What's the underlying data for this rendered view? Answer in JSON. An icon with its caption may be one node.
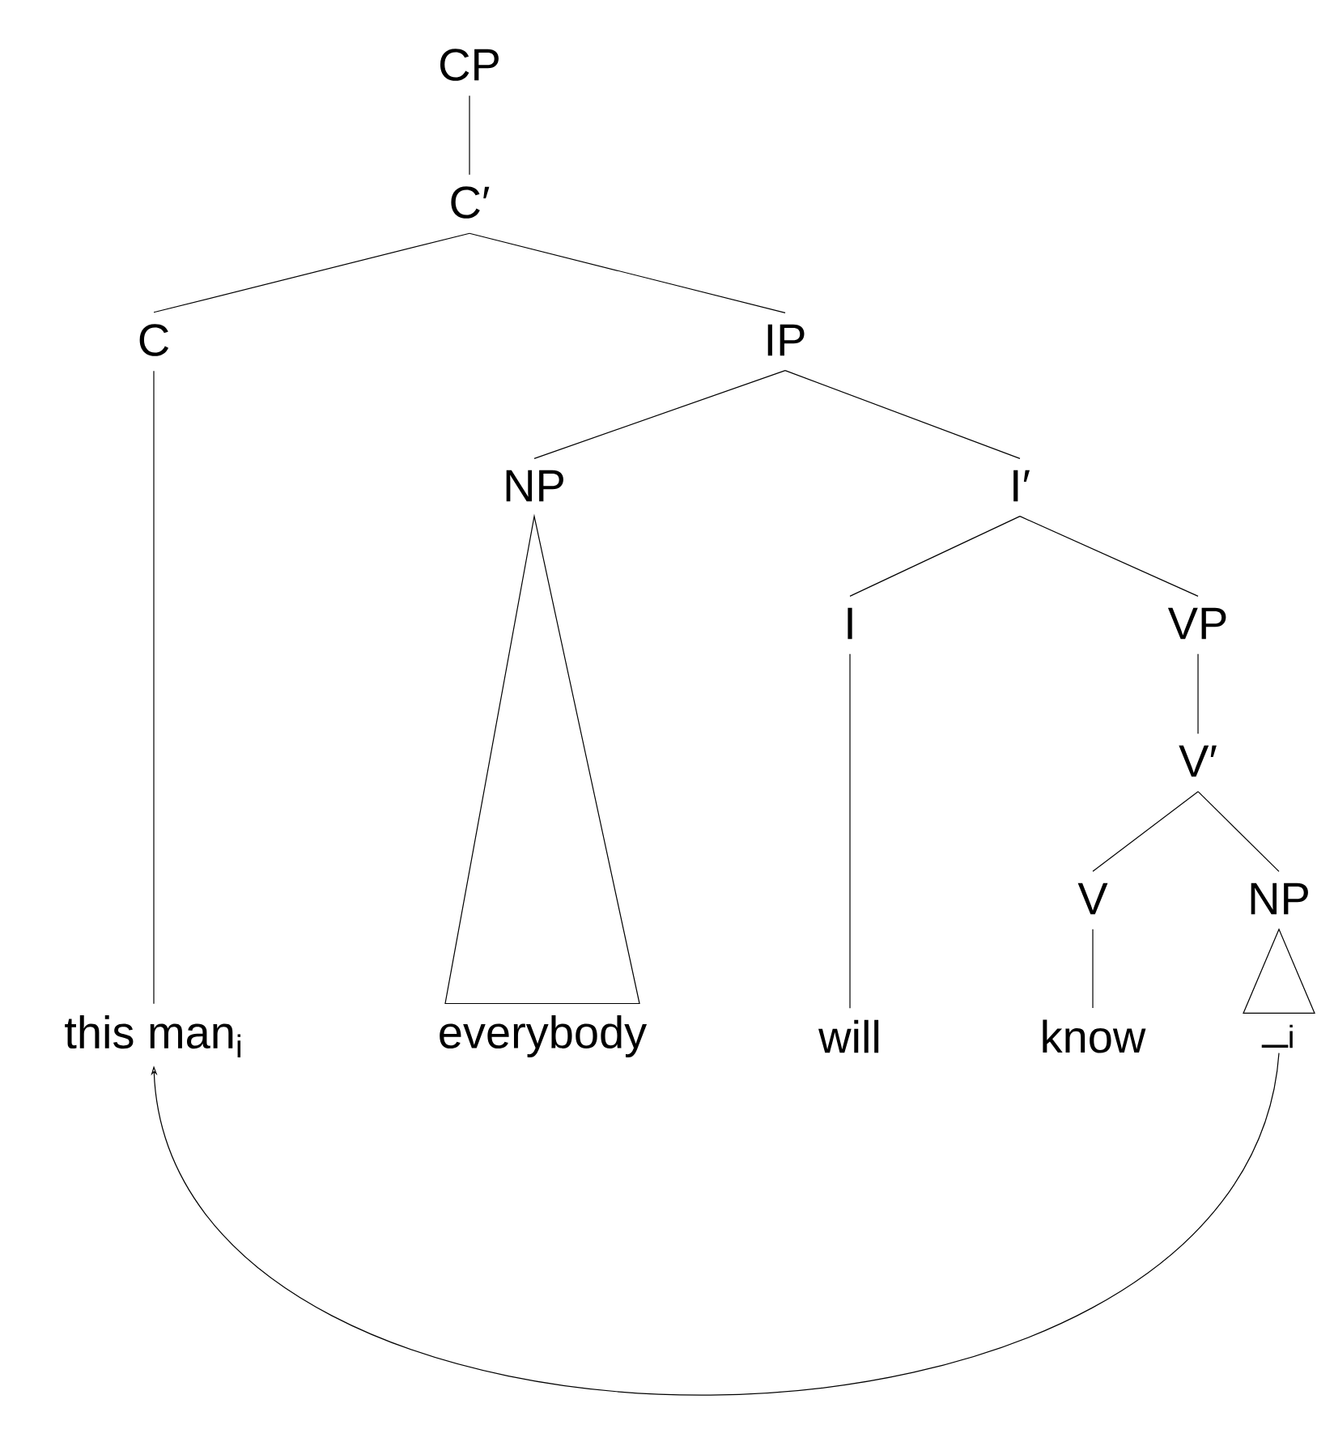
{
  "diagram": {
    "nodes": [
      {
        "text": [
          "CP"
        ]
      },
      {
        "text": [
          "C′"
        ]
      },
      {
        "text": [
          "C"
        ]
      },
      {
        "text": [
          "IP"
        ]
      },
      {
        "text": [
          "NP"
        ]
      },
      {
        "text": [
          "I′"
        ]
      },
      {
        "text": [
          "I"
        ]
      },
      {
        "text": [
          "VP"
        ]
      },
      {
        "text": [
          "V′"
        ]
      },
      {
        "text": [
          "V"
        ]
      },
      {
        "text": [
          "NP"
        ]
      },
      {
        "text": [
          "this man$_{i}$"
        ]
      },
      {
        "text": [
          "everybody"
        ]
      },
      {
        "text": [
          "will"
        ]
      },
      {
        "text": [
          "know"
        ]
      },
      {
        "text": [
          "_$_{i}$"
        ]
      }
    ],
    "edges": [
      {
        "from": 0,
        "to": 1,
        "arrow": "none"
      },
      {
        "from": 1,
        "to": 2,
        "arrow": "none"
      },
      {
        "from": 1,
        "to": 3,
        "arrow": "none"
      },
      {
        "from": 2,
        "to": 11,
        "arrow": "none"
      },
      {
        "from": 3,
        "to": 4,
        "arrow": "none"
      },
      {
        "from": 3,
        "to": 5,
        "arrow": "none"
      },
      {
        "from": 4,
        "to": 12,
        "arrow": "none"
      },
      {
        "from": 5,
        "to": 6,
        "arrow": "none"
      },
      {
        "from": 5,
        "to": 7,
        "arrow": "none"
      },
      {
        "from": 6,
        "to": 13,
        "arrow": "none"
      },
      {
        "from": 7,
        "to": 8,
        "arrow": "none"
      },
      {
        "from": 8,
        "to": 9,
        "arrow": "none"
      },
      {
        "from": 8,
        "to": 10,
        "arrow": "none"
      },
      {
        "from": 9,
        "to": 14,
        "arrow": "none"
      },
      {
        "from": 10,
        "to": 15,
        "arrow": "none"
      },
      {
        "from": 15,
        "to": 11,
        "arrow": "to"
      }
    ]
  }
}
